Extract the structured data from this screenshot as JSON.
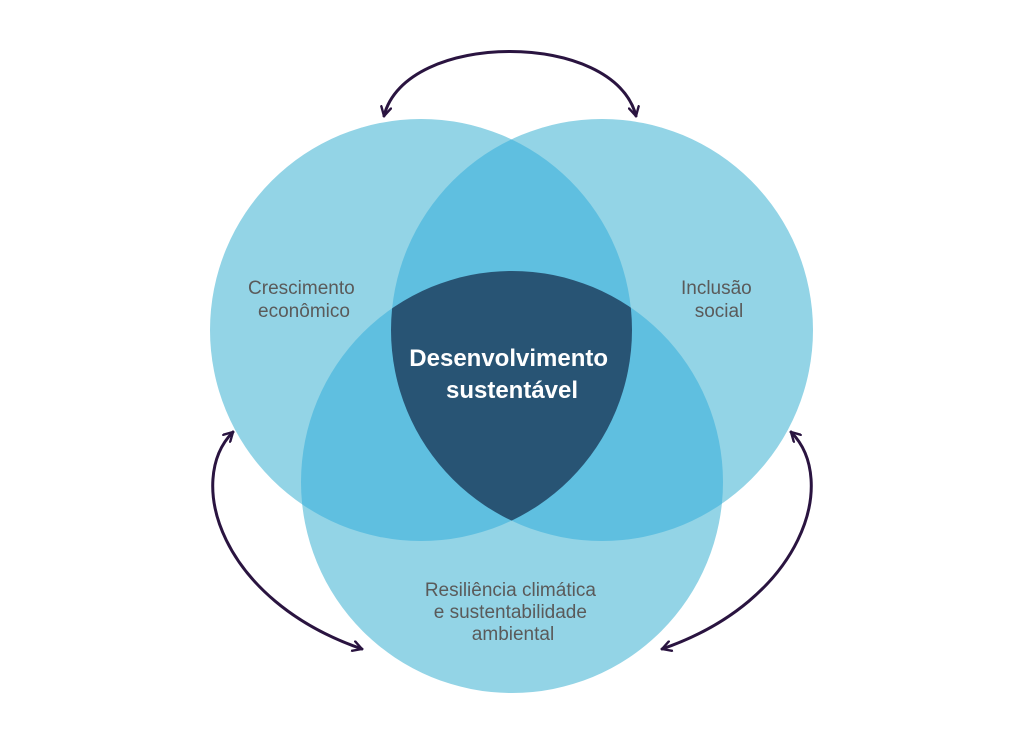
{
  "colors": {
    "circle_fill": "#93d4e6",
    "pair_overlap_fill": "#5fbfe0",
    "center_fill": "#285474",
    "arrow_stroke": "#2a1440",
    "label_text": "#5a5a5a",
    "center_text": "#ffffff"
  },
  "circles": {
    "economic": {
      "label_lines": [
        "Crescimento",
        "econômico"
      ]
    },
    "social": {
      "label_lines": [
        "Inclusão",
        "social"
      ]
    },
    "environmental": {
      "label_lines": [
        "Resiliência climática",
        "e sustentabilidade",
        "ambiental"
      ]
    }
  },
  "center": {
    "label_lines": [
      "Desenvolvimento",
      "sustentável"
    ]
  },
  "arrows": [
    {
      "name": "arrow-economic-social",
      "double_headed": true
    },
    {
      "name": "arrow-economic-environmental",
      "double_headed": true
    },
    {
      "name": "arrow-social-environmental",
      "double_headed": true
    }
  ]
}
